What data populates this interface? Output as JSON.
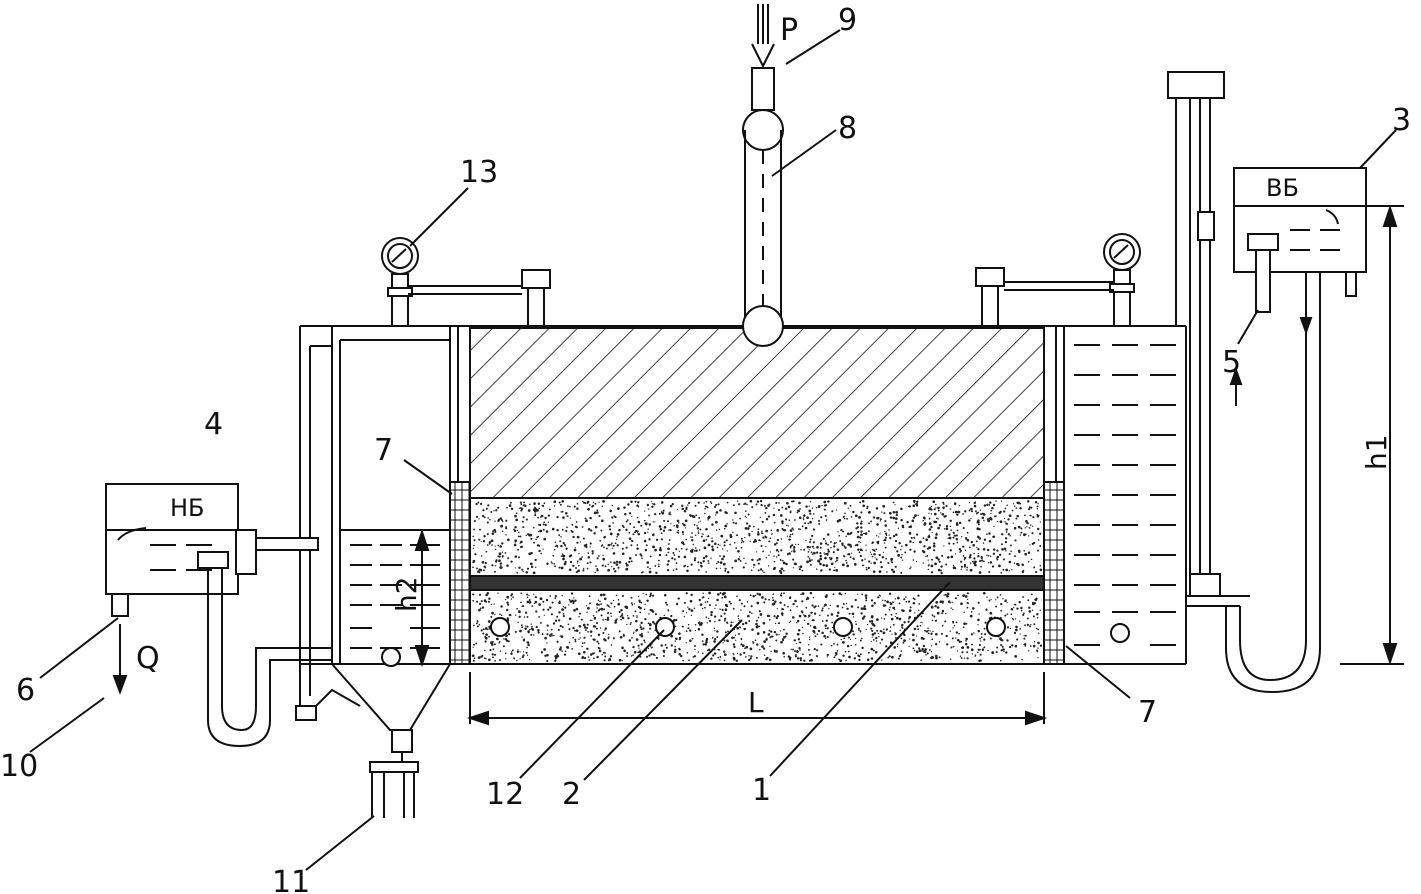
{
  "labels": {
    "n1": "1",
    "n2": "2",
    "n3": "3",
    "n4": "4",
    "n5": "5",
    "n6": "6",
    "n7a": "7",
    "n7b": "7",
    "n8": "8",
    "n9": "9",
    "n10": "10",
    "n11": "11",
    "n12": "12",
    "n13": "13"
  },
  "tanks": {
    "upper": "ВБ",
    "lower": "НБ"
  },
  "symbols": {
    "load": "P",
    "flow": "Q",
    "length": "L",
    "head_upper": "h1",
    "head_lower": "h2"
  },
  "colors": {
    "line": "#111111",
    "background": "#ffffff"
  }
}
